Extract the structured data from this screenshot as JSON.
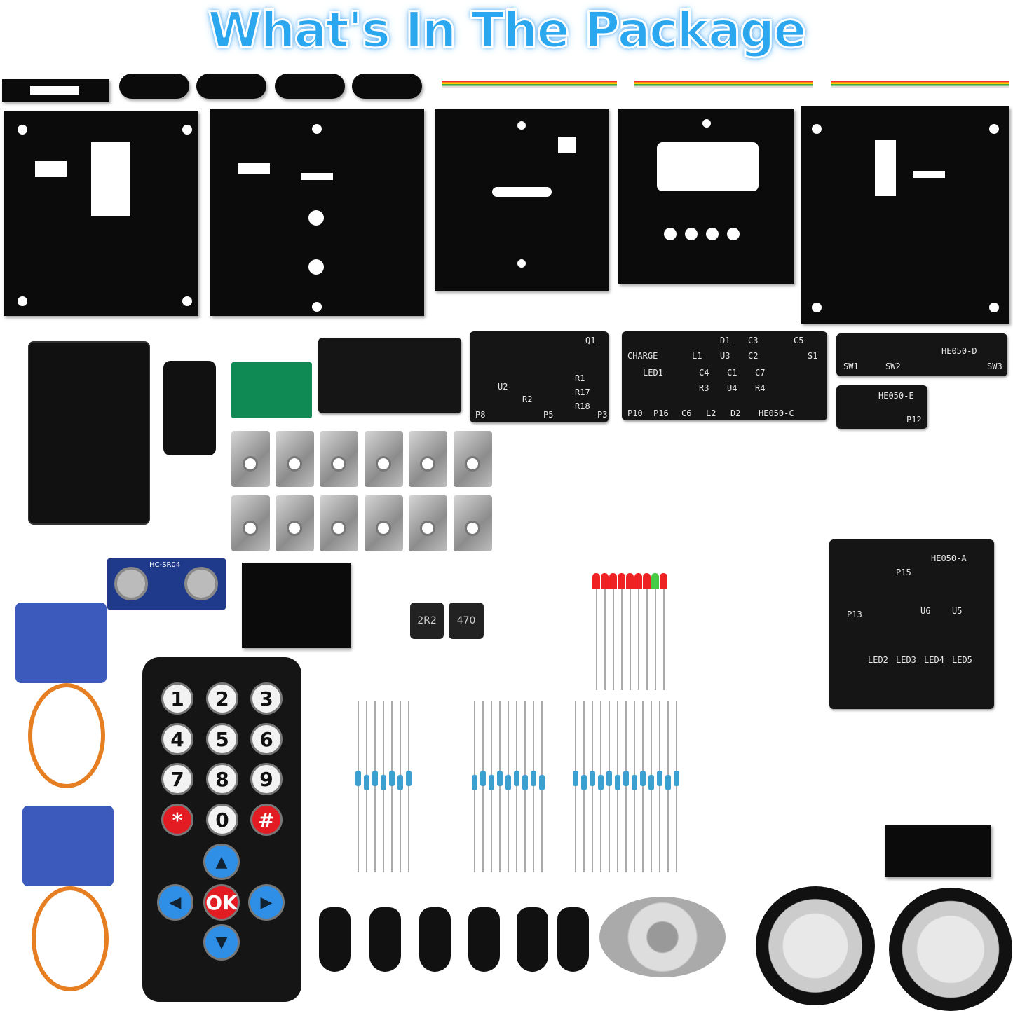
{
  "title": "What's In The Package",
  "remote": {
    "keys": [
      "1",
      "2",
      "3",
      "4",
      "5",
      "6",
      "7",
      "8",
      "9",
      "*",
      "0",
      "#"
    ],
    "dpad": {
      "up": "▲",
      "left": "◀",
      "ok": "OK",
      "right": "▶",
      "down": "▼"
    }
  },
  "sensor_label": "HC-SR04",
  "pcb_labels": {
    "board1": [
      "U2",
      "R1",
      "R17",
      "R18",
      "R2",
      "P8",
      "P3",
      "P5",
      "Q1"
    ],
    "board2": [
      "CHARGE",
      "LED1",
      "L1",
      "D1",
      "C3",
      "C5",
      "C2",
      "C4",
      "C1",
      "C7",
      "U3",
      "U4",
      "R3",
      "R4",
      "S1",
      "C6",
      "L2",
      "D2",
      "P10",
      "P16",
      "HE050-C"
    ],
    "board3": [
      "SW1",
      "SW2",
      "SW3",
      "HE050-D"
    ],
    "board4": [
      "HE050-E",
      "P12"
    ],
    "board5": [
      "P15",
      "P13",
      "U6",
      "U5",
      "LED2",
      "LED3",
      "LED4",
      "LED5",
      "HE050-A"
    ]
  },
  "inductor_labels": [
    "2R2",
    "470"
  ],
  "colors": {
    "title": "#2aa7ee",
    "acrylic": "#0b0b0b",
    "pcb": "#151515",
    "red_key": "#e31b23",
    "blue_key": "#2f8fe6"
  }
}
